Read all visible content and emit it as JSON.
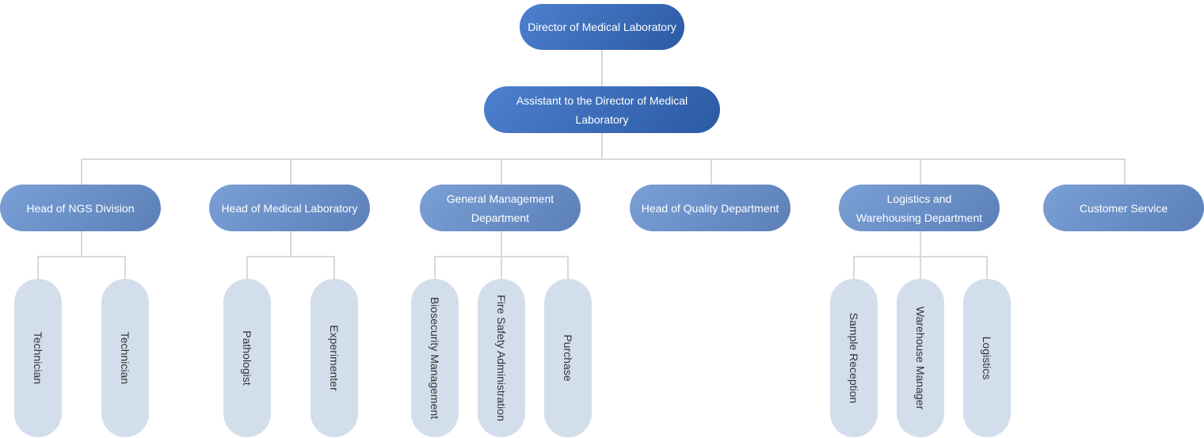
{
  "orgchart": {
    "colors": {
      "top_start": "#4d80cf",
      "top_end": "#2b5aa3",
      "mid_start": "#7aa0d6",
      "mid_end": "#5c7fb8",
      "leaf": "#d3deec",
      "connector": "#d9d9d9"
    },
    "director": "Director of Medical Laboratory",
    "assistant": "Assistant to the Director of Medical Laboratory",
    "departments": [
      {
        "label": [
          "Head of NGS Division"
        ],
        "children": [
          "Technician",
          "Technician"
        ]
      },
      {
        "label": [
          "Head of Medical Laboratory"
        ],
        "children": [
          "Pathologist",
          "Experimenter"
        ]
      },
      {
        "label": [
          "General Management",
          "Department"
        ],
        "children": [
          "Biosecurity Management",
          "Fire Safety Administration",
          "Purchase"
        ]
      },
      {
        "label": [
          "Head of Quality Department"
        ],
        "children": []
      },
      {
        "label": [
          "Logistics and",
          "Warehousing Department"
        ],
        "children": [
          "Sample Reception",
          "Warehouse Manager",
          "Logistics"
        ]
      },
      {
        "label": [
          "Customer Service"
        ],
        "children": []
      }
    ]
  }
}
